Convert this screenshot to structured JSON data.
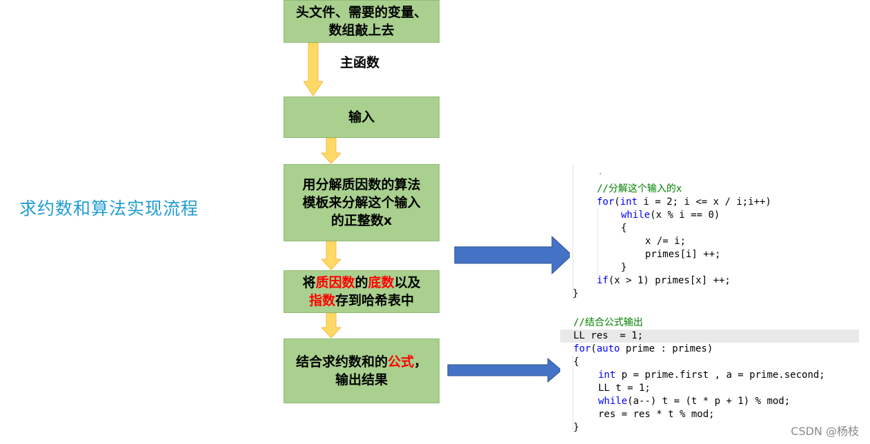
{
  "title": "求约数和算法实现流程",
  "flow": {
    "box1": [
      "头文件、需要的变量、",
      "数组敲上去"
    ],
    "main_label": "主函数",
    "box2": "输入",
    "box3": [
      "用分解质因数的算法",
      "模板来分解这个输入",
      "的正整数x"
    ],
    "box4": {
      "line1": {
        "a": "将",
        "b": "质因数",
        "c": "的",
        "d": "底数",
        "e": "以及"
      },
      "line2": {
        "a": "指数",
        "b": "存到哈希表中"
      }
    },
    "box5": {
      "line1": {
        "a": "结合求约数和的",
        "b": "公式",
        "c": "，"
      },
      "line2": "输出结果"
    }
  },
  "code1": {
    "comment": "//分解这个输入的x",
    "l1_kw": "for",
    "l1_a": "(",
    "l1_int": "int",
    "l1_b": " i = 2; i <= x / i;i++)",
    "l2_kw": "while",
    "l2_rest": "(x % i == 0)",
    "l3": "{",
    "l4": "x /= i;",
    "l5": "primes[i] ++;",
    "l6": "}",
    "l7_kw": "if",
    "l7_rest": "(x > 1) primes[x] ++;",
    "l8": "}"
  },
  "code2": {
    "comment": "//结合公式输出",
    "l1": "LL res  = 1;",
    "l2_kw": "for",
    "l2_a": "(",
    "l2_auto": "auto",
    "l2_b": " prime : primes)",
    "l3": "{",
    "l4_kw": "int",
    "l4_rest": " p = prime.first , a = prime.second;",
    "l5": "LL t = 1;",
    "l6_kw": "while",
    "l6_rest": "(a--) t = (t * p + 1) % mod;",
    "l7": "res = res * t % mod;",
    "l8": "}"
  },
  "watermark": "CSDN @杨枝",
  "colors": {
    "box_fill": "#a9d08e",
    "arrow_down": "#ffd966",
    "arrow_right": "#4472c4",
    "title": "#1f9bd6",
    "emphasis": "#ff0000"
  }
}
